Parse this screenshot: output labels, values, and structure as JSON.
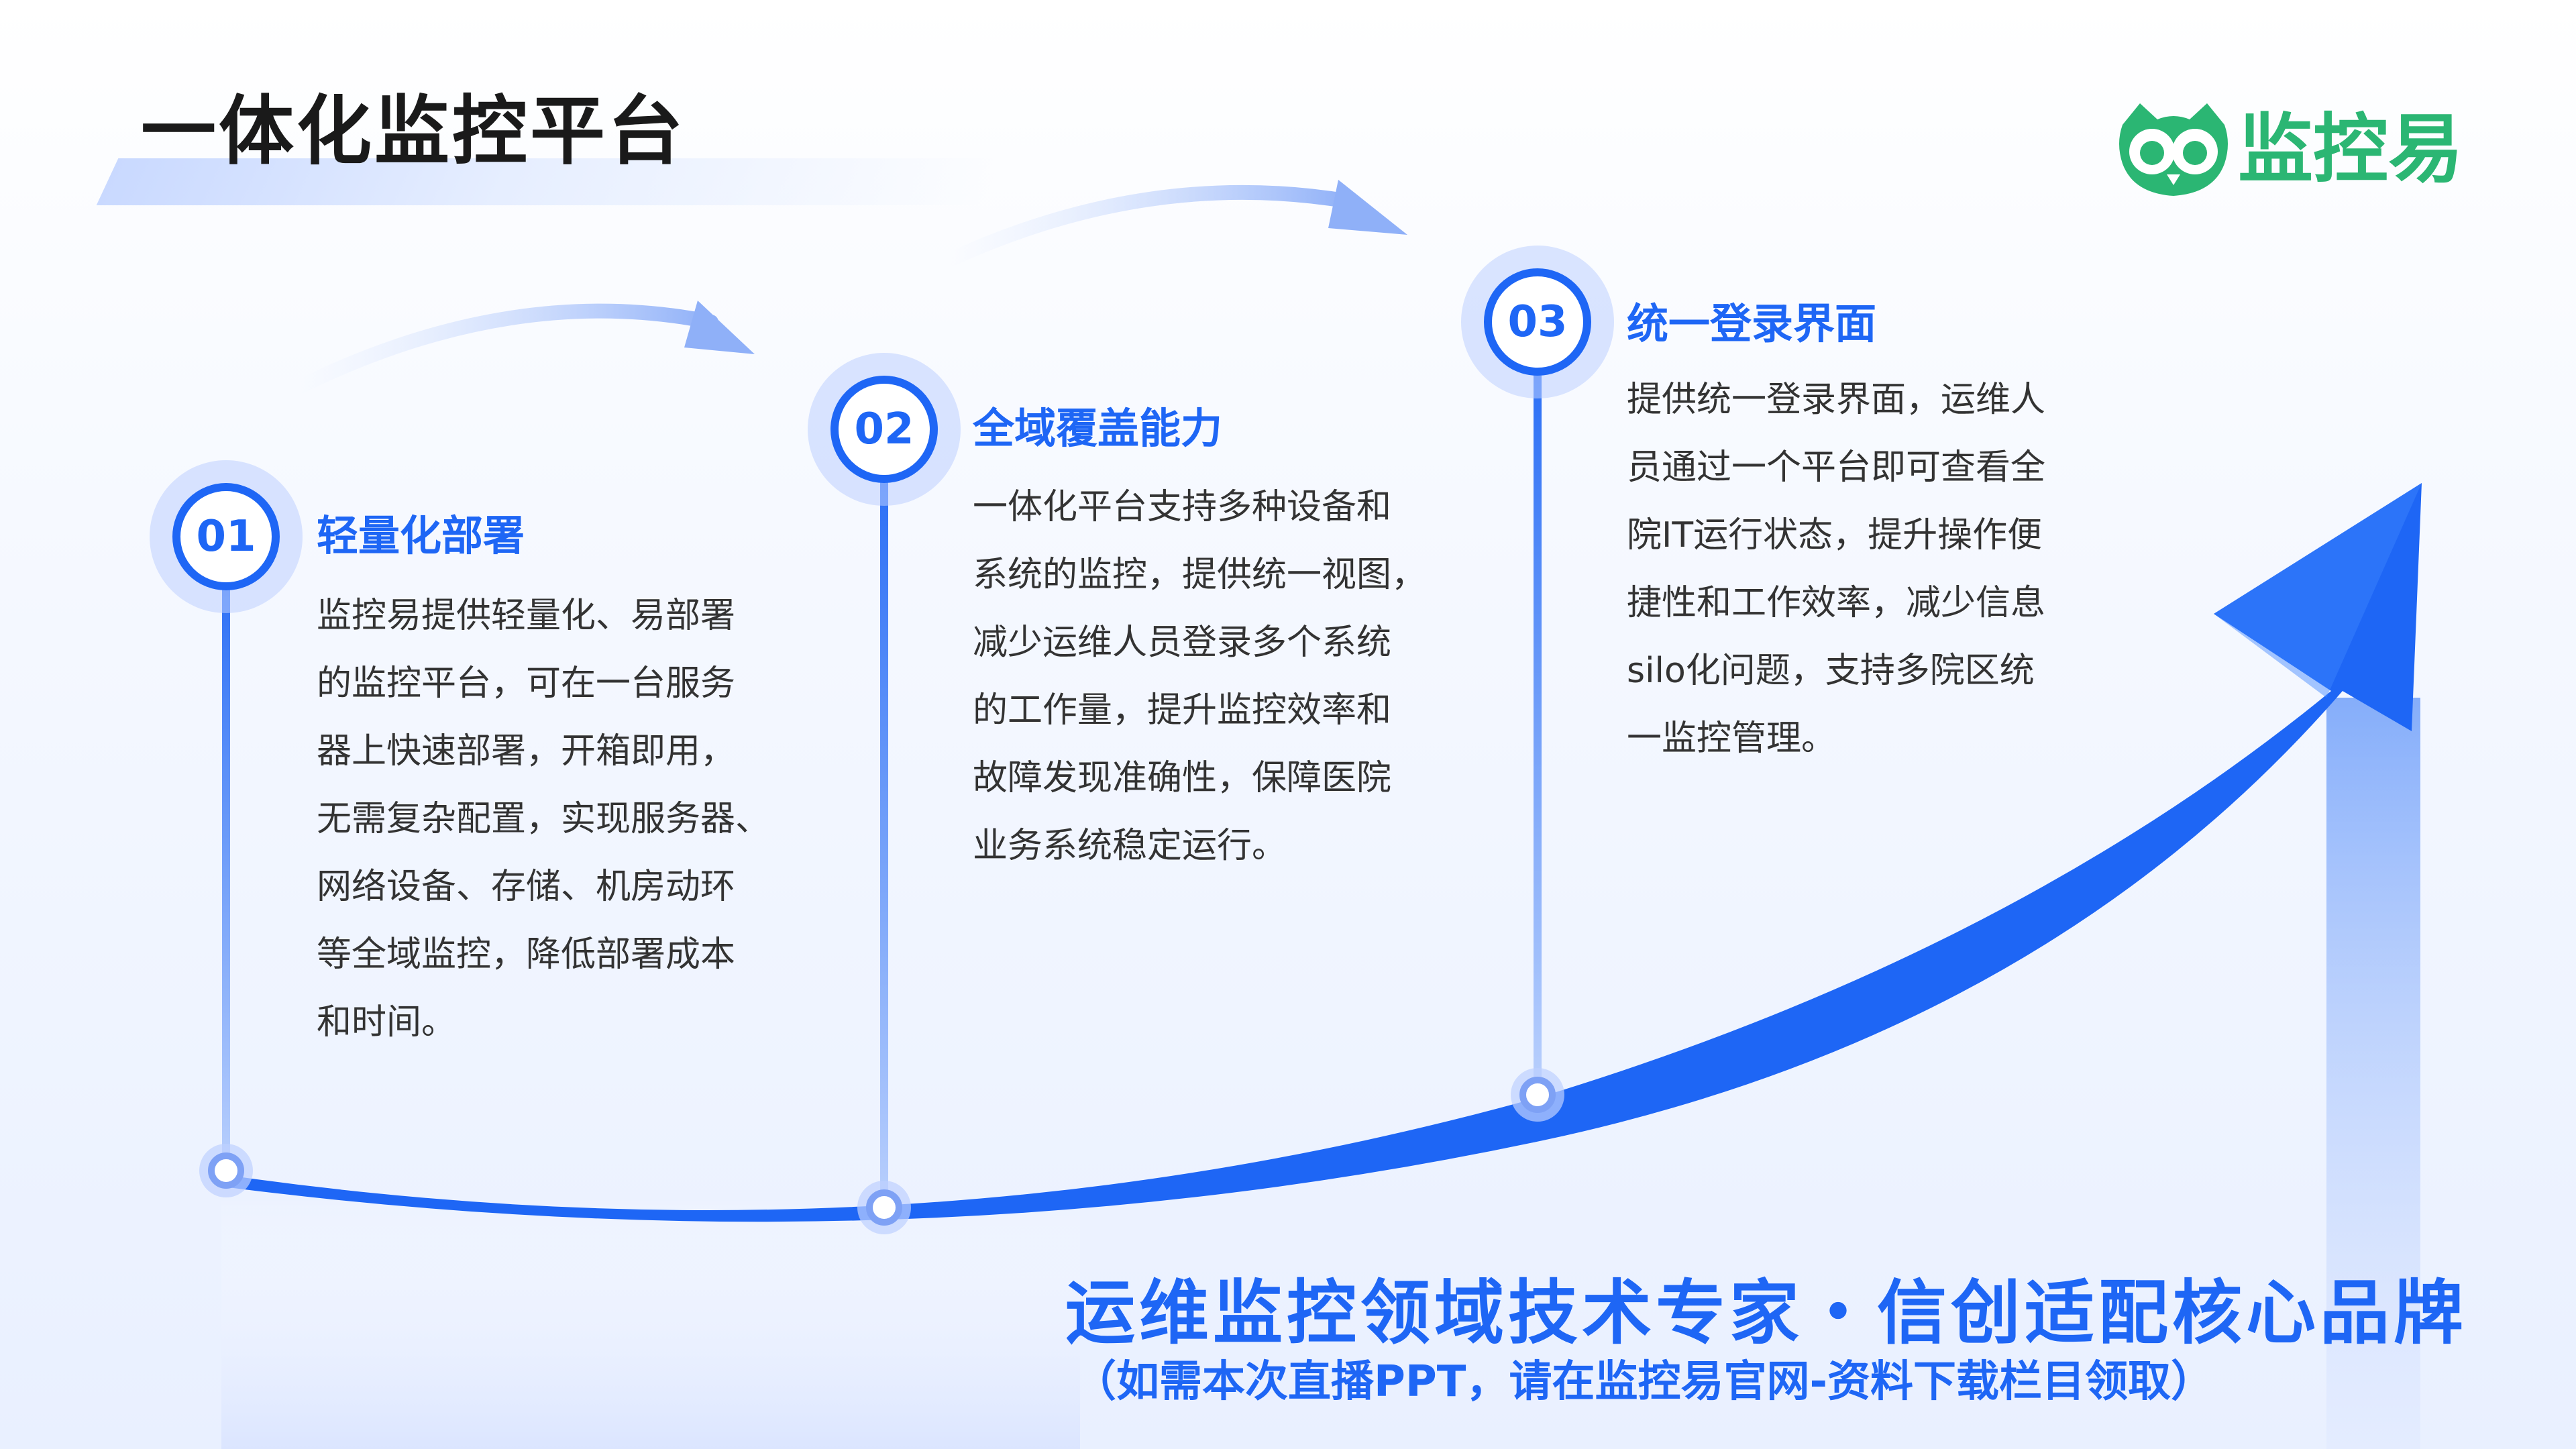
{
  "header": {
    "title": "一体化监控平台"
  },
  "logo": {
    "text": "监控易",
    "icon": "owl-icon",
    "color": "#2bb673"
  },
  "accent_color": "#1e66f5",
  "stages": [
    {
      "number": "01",
      "title": "轻量化部署",
      "body": "监控易提供轻量化、易部署\n的监控平台，可在一台服务\n器上快速部署，开箱即用，\n无需复杂配置，实现服务器、\n网络设备、存储、机房动环\n等全域监控，降低部署成本\n和时间。"
    },
    {
      "number": "02",
      "title": "全域覆盖能力",
      "body": "一体化平台支持多种设备和\n系统的监控，提供统一视图，\n减少运维人员登录多个系统\n的工作量，提升监控效率和\n故障发现准确性，保障医院\n业务系统稳定运行。"
    },
    {
      "number": "03",
      "title": "统一登录界面",
      "body": "提供统一登录界面，运维人\n员通过一个平台即可查看全\n院IT运行状态，提升操作便\n捷性和工作效率，减少信息\nsilo化问题，支持多院区统\n一监控管理。"
    }
  ],
  "footer": {
    "slogan": "运维监控领域技术专家・信创适配核心品牌",
    "note": "（如需本次直播PPT，请在监控易官网-资料下载栏目领取）"
  }
}
